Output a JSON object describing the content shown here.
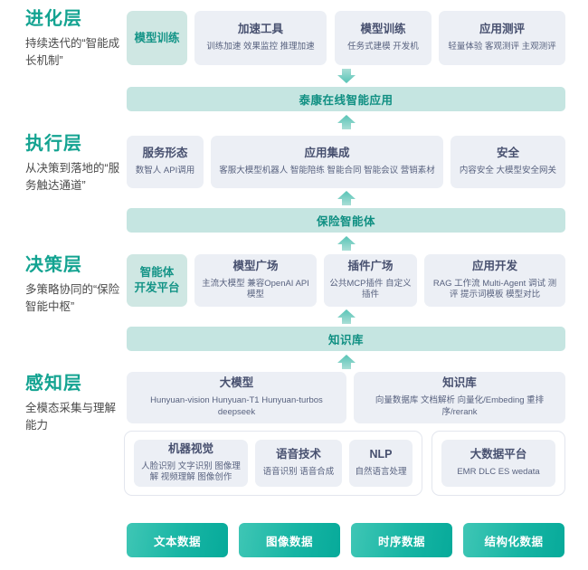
{
  "layers": [
    {
      "title": "进化层",
      "desc": "持续迭代的“智能成长机制”",
      "accent_card": {
        "title": "模型训练"
      },
      "cards": [
        {
          "title": "加速工具",
          "sub": "训练加速 效果监控 推理加速"
        },
        {
          "title": "模型训练",
          "sub": "任务式建模 开发机"
        },
        {
          "title": "应用测评",
          "sub": "轻量体验 客观测评 主观测评"
        }
      ],
      "band": "泰康在线智能应用"
    },
    {
      "title": "执行层",
      "desc": "从决策到落地的“服务触达通道”",
      "cards": [
        {
          "title": "服务形态",
          "sub": "数智人 API调用"
        },
        {
          "title": "应用集成",
          "sub": "客服大模型机器人 智能陪练 智能合同 智能会议 营销素材"
        },
        {
          "title": "安全",
          "sub": "内容安全 大模型安全网关"
        }
      ],
      "band": "保险智能体"
    },
    {
      "title": "决策层",
      "desc": "多策略协同的“保险智能中枢”",
      "accent_card": {
        "title": "智能体\n开发平台"
      },
      "cards": [
        {
          "title": "模型广场",
          "sub": "主流大模型    兼容OpenAI API模型"
        },
        {
          "title": "插件广场",
          "sub": "公共MCP插件 自定义插件"
        },
        {
          "title": "应用开发",
          "sub": "RAG 工作流 Multi-Agent 调试 测评 提示词模板 模型对比"
        }
      ],
      "band": "知识库"
    },
    {
      "title": "感知层",
      "desc": "全模态采集与理解能力",
      "top_cards": [
        {
          "title": "大模型",
          "sub": "Hunyuan-vision Hunyuan-T1 Hunyuan-turbos deepseek"
        },
        {
          "title": "知识库",
          "sub": "向量数据库 文档解析 向量化/Embeding 重排序/rerank"
        }
      ],
      "bottom_cards": [
        {
          "title": "机器视觉",
          "sub": "人脸识别 文字识别 图像理解 视频理解 图像创作"
        },
        {
          "title": "语音技术",
          "sub": "语音识别 语音合成"
        },
        {
          "title": "NLP",
          "sub": "自然语言处理"
        },
        {
          "title": "大数据平台",
          "sub": "EMR DLC ES wedata"
        }
      ]
    }
  ],
  "data_chips": [
    {
      "label": "文本数据"
    },
    {
      "label": "图像数据"
    },
    {
      "label": "时序数据"
    },
    {
      "label": "结构化数据"
    }
  ],
  "colors": {
    "accent_teal": "#13a391",
    "band_bg": "#c5e5e1",
    "card_bg": "#eceff5",
    "accent_card_bg": "#cfe7e3",
    "chip_gradient_start": "#3fc6b5",
    "chip_gradient_end": "#07aa9a",
    "text_primary": "#47506f",
    "text_secondary": "#58627f"
  },
  "arrow_icons": {
    "down": "arrow-down-icon",
    "up": "arrow-up-icon"
  }
}
